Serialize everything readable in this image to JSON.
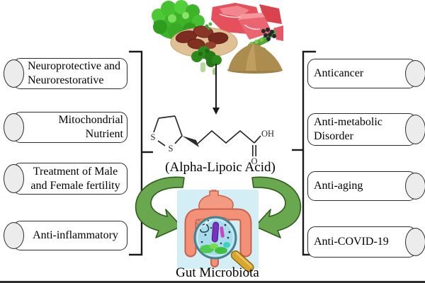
{
  "left_benefits": [
    {
      "label": "Neuroprotective and Neurorestorative"
    },
    {
      "label": "Mitochondrial Nutrient"
    },
    {
      "label": "Treatment of Male and Female fertility"
    },
    {
      "label": "Anti-inflammatory"
    }
  ],
  "right_benefits": [
    {
      "label": "Anticancer"
    },
    {
      "label": "Anti-metabolic Disorder"
    },
    {
      "label": "Anti-aging"
    },
    {
      "label": "Anti-COVID-19"
    }
  ],
  "molecule": {
    "name": "(Alpha-Lipoic Acid)",
    "atoms": {
      "s1": "S",
      "s2": "S",
      "oh": "OH",
      "o": "O"
    }
  },
  "gut_label": "Gut Microbiota",
  "colors": {
    "arrow_green": "#6aa84f",
    "arrow_green_outline": "#2f5d1d",
    "intestine": "#f29078",
    "intestine_outline": "#c9604a",
    "gut_background": "#d3eff5",
    "cylinder_cap_fill": "#ececec",
    "lens_fill": "#a9dcea",
    "magnifier_handle": "#d9a62e",
    "bracket_ink": "#1a1a1a"
  }
}
